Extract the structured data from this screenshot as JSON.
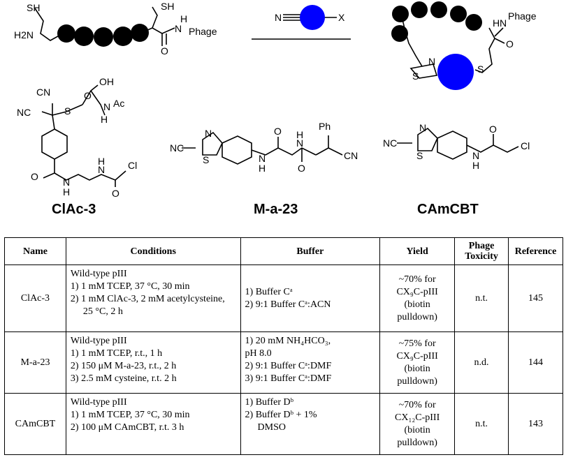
{
  "scheme": {
    "sh1": "SH",
    "h2n": "H2N",
    "sh2": "SH",
    "h": "H",
    "n": "N",
    "phage": "Phage",
    "o": "O",
    "nc_reagent": "N",
    "x": "X",
    "prod_h": "H",
    "prod_n": "N",
    "prod_phage": "Phage",
    "prod_o": "O",
    "ring_n": "N",
    "ring_s": "S",
    "thioether_s": "S"
  },
  "compounds": {
    "clac3": {
      "label": "ClAc-3",
      "cn1": "CN",
      "cn2": "NC",
      "s": "S",
      "cooh": "OH",
      "o": "O",
      "nh": "N",
      "h": "H",
      "ac": "Ac",
      "amide_o": "O",
      "amide_n": "N",
      "amide_h": "H",
      "amide2_n": "N",
      "amide2_h": "H",
      "amide2_o": "O",
      "cl": "Cl"
    },
    "ma23": {
      "label": "M-a-23",
      "nc": "NC",
      "n": "N",
      "s": "S",
      "nh": "N",
      "h": "H",
      "o1": "O",
      "nh2": "N",
      "h2": "H",
      "ph": "Ph",
      "o2": "O",
      "cn": "CN"
    },
    "camcbt": {
      "label": "CAmCBT",
      "nc": "NC",
      "n": "N",
      "s": "S",
      "nh": "N",
      "h": "H",
      "o": "O",
      "cl": "Cl"
    }
  },
  "table": {
    "headers": [
      "Name",
      "Conditions",
      "Buffer",
      "Yield",
      "Phage Toxicity",
      "Reference"
    ],
    "rows": [
      {
        "name": "ClAc-3",
        "conditions": [
          "Wild-type pIII",
          "1)  1 mM TCEP, 37 °C, 30 min",
          "2)  1 mM ClAc-3, 2 mM acetylcysteine, 25 °C, 2 h"
        ],
        "buffer": [
          "1)  Buffer Cᵃ",
          "2)  9:1 Buffer Cᵃ:ACN"
        ],
        "yield": [
          "~70% for",
          "CX₉C-pIII",
          "(biotin",
          "pulldown)"
        ],
        "toxicity": "n.t.",
        "reference": "145"
      },
      {
        "name": "M-a-23",
        "conditions": [
          "Wild-type pIII",
          "1)  1 mM TCEP, r.t., 1 h",
          "2)  150 μM M-a-23, r.t., 2 h",
          "3)  2.5 mM cysteine, r.t. 2 h"
        ],
        "buffer": [
          "1) 20 mM NH₄HCO₃,",
          "pH 8.0",
          "2) 9:1 Buffer Cᵃ:DMF",
          "3) 9:1 Buffer Cᵃ:DMF"
        ],
        "yield": [
          "~75% for",
          "CX₉C-pIII",
          "(biotin",
          "pulldown)"
        ],
        "toxicity": "n.d.",
        "reference": "144"
      },
      {
        "name": "CAmCBT",
        "conditions": [
          "Wild-type pIII",
          "1)  1 mM TCEP, 37 °C, 30 min",
          "2)  100 μM CAmCBT, r.t. 3 h"
        ],
        "buffer": [
          "1)  Buffer Dᵇ",
          "2)  Buffer Dᵇ + 1%",
          "DMSO"
        ],
        "yield": [
          "~70%  for",
          "CX₁₂C-pIII",
          "(biotin",
          "pulldown)"
        ],
        "toxicity": "n.t.",
        "reference": "143"
      }
    ]
  },
  "colors": {
    "bead_black": "#000000",
    "bead_blue": "#0000ff"
  }
}
